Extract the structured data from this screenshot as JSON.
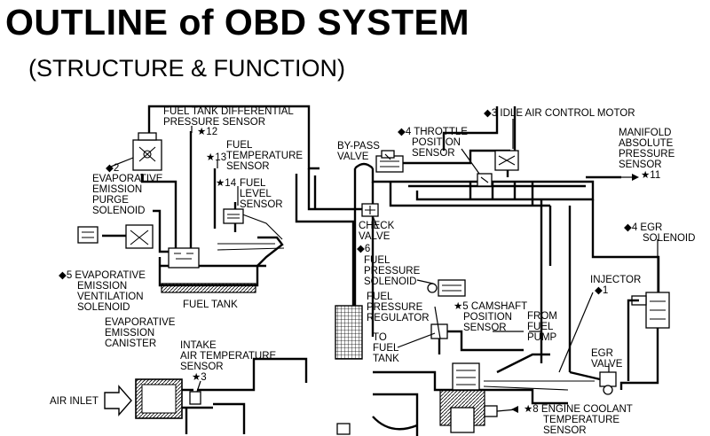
{
  "title": "OUTLINE of OBD SYSTEM",
  "subtitle": "(STRUCTURE & FUNCTION)",
  "labels": {
    "fuel_tank_diff_line1": "FUEL TANK DIFFERENTIAL",
    "fuel_tank_diff_line2": "PRESSURE SENSOR",
    "fuel_tank_diff_num": "★12",
    "fuel_temp_line1": "FUEL",
    "fuel_temp_line2": "TEMPERATURE",
    "fuel_temp_line3": "SENSOR",
    "fuel_temp_num": "★13",
    "fuel_level_num": "★14",
    "fuel_level_line1": "FUEL",
    "fuel_level_line2": "LEVEL",
    "fuel_level_line3": "SENSOR",
    "purge_num": "◆2",
    "purge_line1": "EVAPORATIVE",
    "purge_line2": "EMISSION",
    "purge_line3": "PURGE",
    "purge_line4": "SOLENOID",
    "vent_line1": "◆5 EVAPORATIVE",
    "vent_line2": "EMISSION",
    "vent_line3": "VENTILATION",
    "vent_line4": "SOLENOID",
    "fuel_tank": "FUEL TANK",
    "canister_line1": "EVAPORATIVE",
    "canister_line2": "EMISSION",
    "canister_line3": "CANISTER",
    "intake_line1": "INTAKE",
    "intake_line2": "AIR TEMPERATURE",
    "intake_line3": "SENSOR",
    "intake_num": "★3",
    "air_inlet": "AIR INLET",
    "bypass_line1": "BY-PASS",
    "bypass_line2": "VALVE",
    "throttle_line1": "◆4 THROTTLE",
    "throttle_line2": "POSITION",
    "throttle_line3": "SENSOR",
    "iac": "◆3 IDLE AIR CONTROL MOTOR",
    "map_line1": "MANIFOLD",
    "map_line2": "ABSOLUTE",
    "map_line3": "PRESSURE",
    "map_line4": "SENSOR",
    "map_num": "★11",
    "check_line1": "CHECK",
    "check_line2": "VALVE",
    "fps_num": "◆6",
    "fps_line1": "FUEL",
    "fps_line2": "PRESSURE",
    "fps_line3": "SOLENOID",
    "fpr_line1": "FUEL",
    "fpr_line2": "PRESSURE",
    "fpr_line3": "REGULATOR",
    "cam_line1": "★5 CAMSHAFT",
    "cam_line2": "POSITION",
    "cam_line3": "SENSOR",
    "from_line1": "FROM",
    "from_line2": "FUEL",
    "from_line3": "PUMP",
    "to_line1": "TO",
    "to_line2": "FUEL",
    "to_line3": "TANK",
    "egr_sol_line1": "◆4 EGR",
    "egr_sol_line2": "SOLENOID",
    "injector_line1": "INJECTOR",
    "injector_num": "◆1",
    "egr_valve_line1": "EGR",
    "egr_valve_line2": "VALVE",
    "coolant_line1": "★8 ENGINE COOLANT",
    "coolant_line2": "TEMPERATURE",
    "coolant_line3": "SENSOR"
  }
}
